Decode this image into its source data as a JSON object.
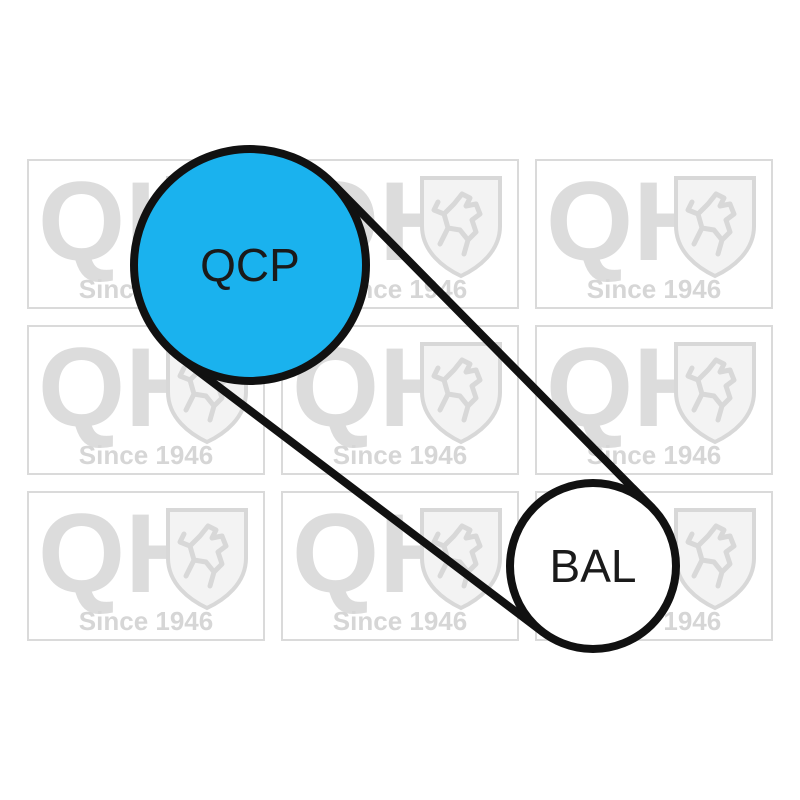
{
  "watermark": {
    "logo_text": "QH",
    "tagline": "Since 1946",
    "icon": "griffin-shield-icon",
    "tiles": [
      {
        "row": 1,
        "col": 1
      },
      {
        "row": 1,
        "col": 2
      },
      {
        "row": 1,
        "col": 3
      },
      {
        "row": 2,
        "col": 1
      },
      {
        "row": 2,
        "col": 2
      },
      {
        "row": 2,
        "col": 3
      },
      {
        "row": 3,
        "col": 1
      },
      {
        "row": 3,
        "col": 2
      },
      {
        "row": 3,
        "col": 3
      }
    ],
    "color": "#dcdcdc"
  },
  "belt_diagram": {
    "pulleys": [
      {
        "id": "qcp",
        "label": "QCP",
        "fill": "#1ab2ee"
      },
      {
        "id": "bal",
        "label": "BAL",
        "fill": "#ffffff"
      }
    ],
    "belt_color": "#111111"
  }
}
